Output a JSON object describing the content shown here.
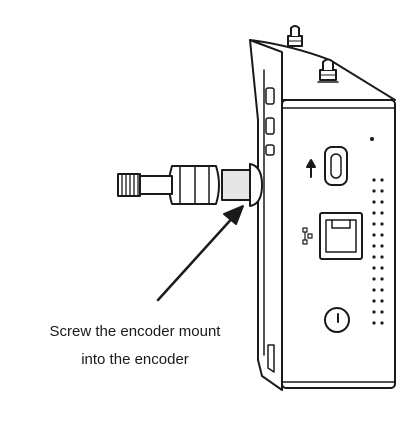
{
  "instruction": {
    "line1": "Screw the encoder mount",
    "line2": "into the encoder"
  },
  "colors": {
    "outline": "#1a1a1a",
    "background": "#ffffff",
    "shade": "#e6e6e6"
  },
  "icons": [
    "encoder-device",
    "encoder-mount-screw",
    "ethernet-port",
    "usb-c-port",
    "antenna-connector",
    "pointer-arrow"
  ]
}
